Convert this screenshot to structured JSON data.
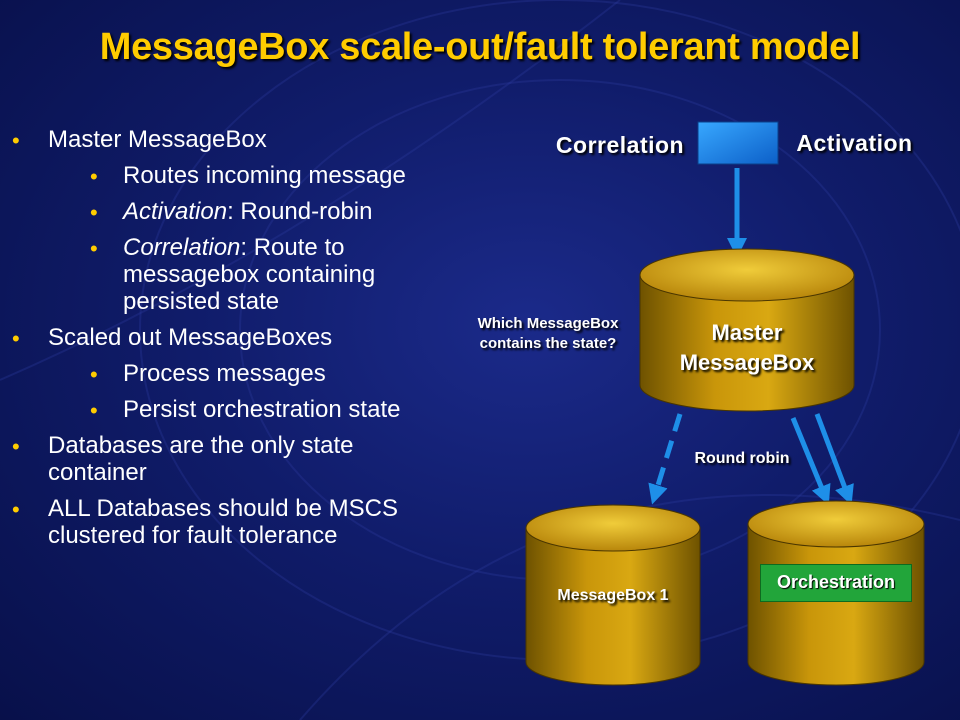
{
  "title": "MessageBox scale-out/fault tolerant model",
  "bullets": [
    {
      "level": 1,
      "text": "Master MessageBox"
    },
    {
      "level": 2,
      "text": "Routes incoming message"
    },
    {
      "level": 2,
      "em": "Activation",
      "text": ": Round-robin"
    },
    {
      "level": 2,
      "em": "Correlation",
      "text": ": Route to messagebox containing persisted state"
    },
    {
      "level": 1,
      "text": "Scaled out MessageBoxes"
    },
    {
      "level": 2,
      "text": "Process messages"
    },
    {
      "level": 2,
      "text": "Persist orchestration state"
    },
    {
      "level": 1,
      "text": "Databases are the only state container"
    },
    {
      "level": 1,
      "text": "ALL Databases should be MSCS clustered for fault tolerance"
    }
  ],
  "diagram": {
    "correlation_label": "Correlation",
    "activation_label": "Activation",
    "which_label_line1": "Which MessageBox",
    "which_label_line2": "contains the state?",
    "master_line1": "Master",
    "master_line2": "MessageBox",
    "round_robin_label": "Round robin",
    "messagebox1_label": "MessageBox 1",
    "orchestration_label": "Orchestration"
  },
  "colors": {
    "title": "#ffcc00",
    "bullet": "#ffcc00",
    "arrow": "#1e8fe8",
    "cylinder": "#b8860b",
    "orchestration": "#22a53a",
    "message_box": "#1e8fe0"
  }
}
